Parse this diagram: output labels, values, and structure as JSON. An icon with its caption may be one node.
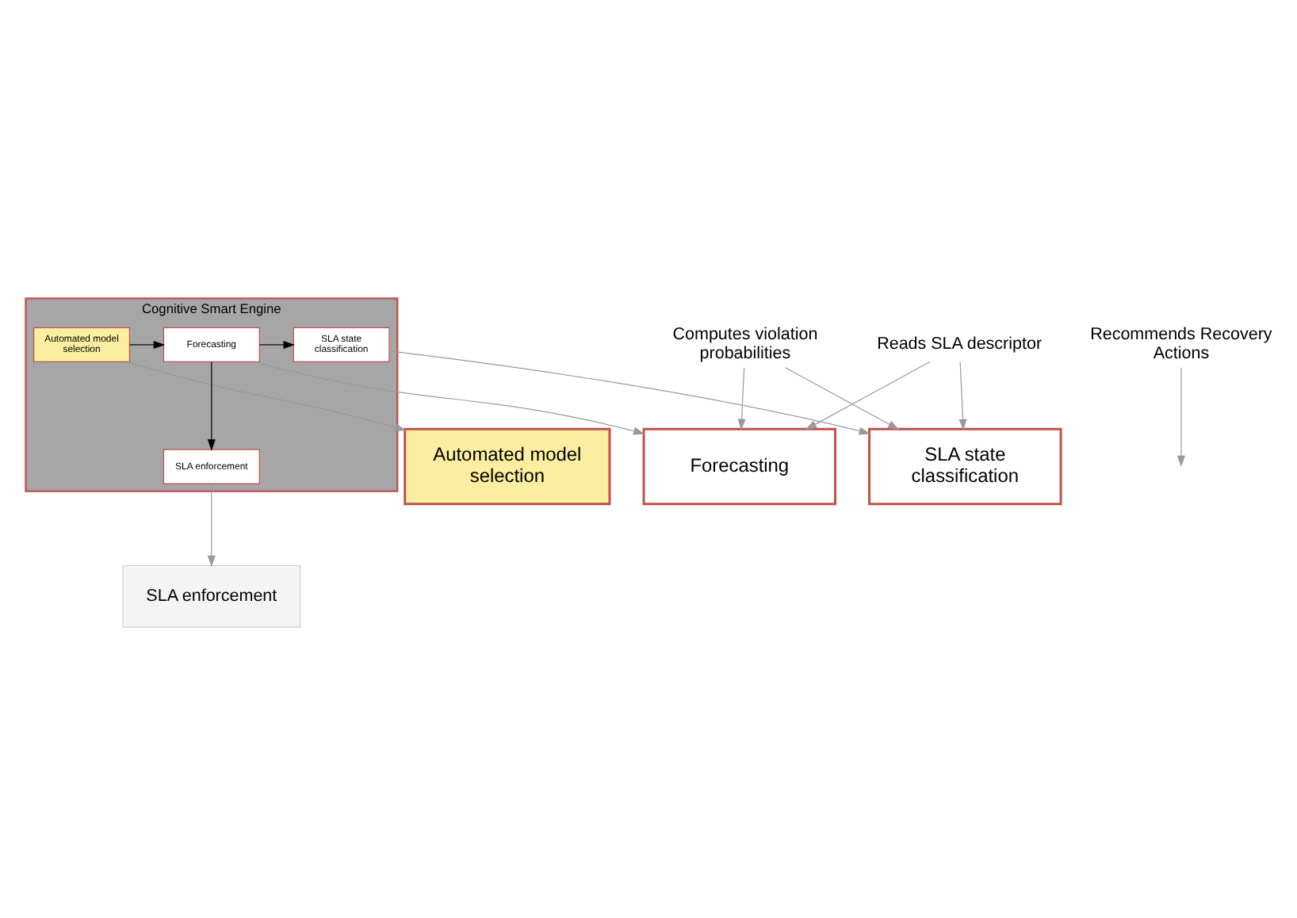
{
  "diagram": {
    "nodes": [
      {
        "text": [
          "Cognitive Smart Engine"
        ]
      },
      {
        "text": [
          "Automated model selection"
        ],
        "in": 0
      },
      {
        "text": [
          "Forecasting"
        ],
        "in": 0
      },
      {
        "text": [
          "SLA state classification"
        ],
        "in": 0
      },
      {
        "text": [
          "SLA enforcement"
        ],
        "in": 0
      },
      {
        "text": [
          "Automated model selection"
        ]
      },
      {
        "text": [
          "Forecasting"
        ]
      },
      {
        "text": [
          "SLA state classification"
        ]
      },
      {
        "text": [
          "SLA enforcement"
        ]
      },
      {
        "text": [
          "Reads SLA descriptor"
        ]
      },
      {
        "text": [
          "Computes violation probabilities"
        ]
      },
      {
        "text": [
          "Recommends Recovery Actions"
        ]
      }
    ],
    "edges": [
      {
        "from": 1,
        "to": 2,
        "arrow": "to",
        "color": "#000000"
      },
      {
        "from": 2,
        "to": 3,
        "arrow": "to",
        "color": "#000000"
      },
      {
        "from": 2,
        "to": 4,
        "arrow": "to",
        "color": "#000000"
      },
      {
        "from": 1,
        "to": 5,
        "arrow": "to"
      },
      {
        "from": 2,
        "to": 6,
        "arrow": "to"
      },
      {
        "from": 3,
        "to": 7,
        "arrow": "to"
      },
      {
        "from": 4,
        "to": 8,
        "arrow": "to"
      },
      {
        "from": 9,
        "to": 6,
        "arrow": "to"
      },
      {
        "from": 9,
        "to": 7,
        "arrow": "to"
      },
      {
        "from": 10,
        "to": 6,
        "arrow": "to"
      },
      {
        "from": 10,
        "to": 7,
        "arrow": "to"
      },
      {
        "from": 11,
        "to": null,
        "arrow": "to"
      }
    ]
  }
}
